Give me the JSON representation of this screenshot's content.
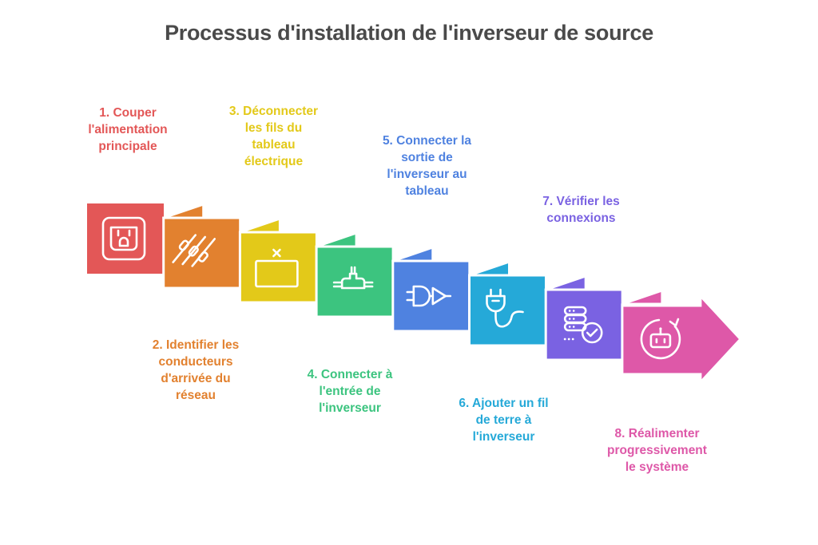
{
  "title": "Processus d'installation de l'inverseur de source",
  "steps": [
    {
      "label": "1. Couper\nl'alimentation\nprincipale",
      "color": "#e35757",
      "icon": "power-outlet-icon"
    },
    {
      "label": "2. Identifier les\nconducteurs\nd'arrivée du\nréseau",
      "color": "#e2812f",
      "icon": "wires-connectors-icon"
    },
    {
      "label": "3. Déconnecter\nles fils du\ntableau\nélectrique",
      "color": "#e3c919",
      "icon": "disconnected-panel-icon"
    },
    {
      "label": "4. Connecter à\nl'entrée de\nl'inverseur",
      "color": "#3cc47f",
      "icon": "input-junction-icon"
    },
    {
      "label": "5. Connecter la\nsortie de\nl'inverseur au\ntableau",
      "color": "#4f82e0",
      "icon": "logic-gate-output-icon"
    },
    {
      "label": "6. Ajouter un fil\nde terre à\nl'inverseur",
      "color": "#25a9d8",
      "icon": "plug-cable-icon"
    },
    {
      "label": "7. Vérifier les\nconnexions",
      "color": "#7a62e2",
      "icon": "server-check-icon"
    },
    {
      "label": "8. Réalimenter\nprogressivement\nle système",
      "color": "#de58a8",
      "icon": "robot-restart-icon"
    }
  ]
}
